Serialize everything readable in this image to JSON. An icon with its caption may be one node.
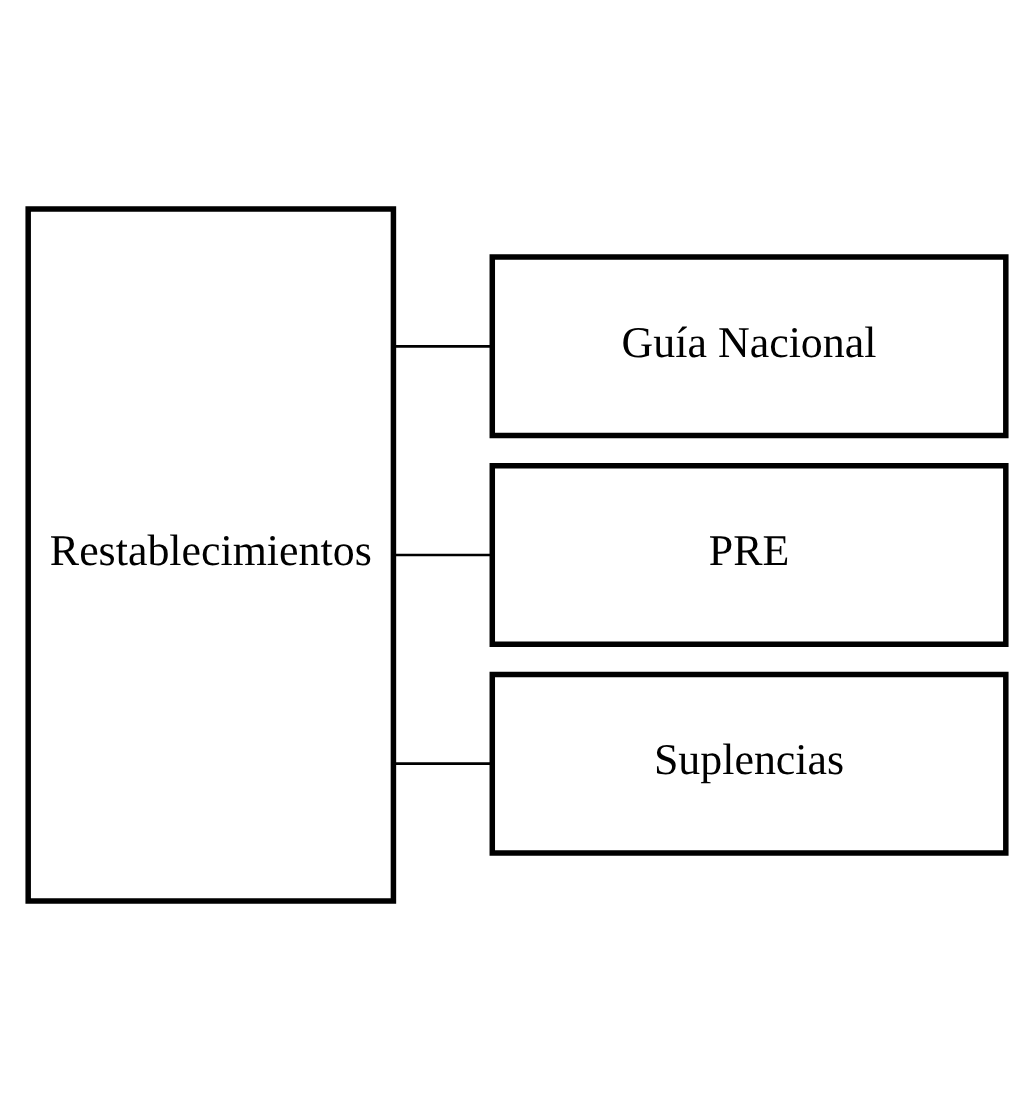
{
  "diagram": {
    "nodes": [
      {
        "text": [
          "Restablecimientos"
        ]
      },
      {
        "text": [
          "Guía Nacional"
        ]
      },
      {
        "text": [
          "PRE"
        ]
      },
      {
        "text": [
          "Suplencias"
        ]
      }
    ],
    "edges": [
      {
        "from": 0,
        "to": 1,
        "arrow": "none"
      },
      {
        "from": 0,
        "to": 2,
        "arrow": "none"
      },
      {
        "from": 0,
        "to": 3,
        "arrow": "none"
      }
    ]
  }
}
